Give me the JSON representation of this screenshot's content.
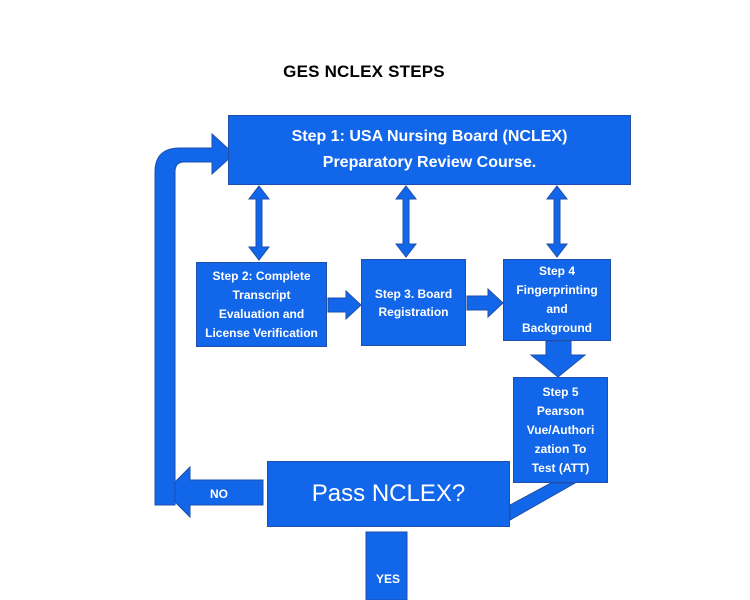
{
  "title": "GES NCLEX STEPS",
  "colors": {
    "accent": "#1266ea",
    "border": "#1f4fa8",
    "text_on_accent": "#ffffff"
  },
  "steps": [
    {
      "id": "step-1",
      "lines": [
        "Step 1:  USA Nursing Board (NCLEX)",
        "Preparatory Review Course."
      ]
    },
    {
      "id": "step-2",
      "lines": [
        "Step 2: Complete",
        "Transcript",
        "Evaluation and",
        "License Verification"
      ]
    },
    {
      "id": "step-3",
      "lines": [
        "Step 3. Board",
        "Registration"
      ]
    },
    {
      "id": "step-4",
      "lines": [
        "Step 4",
        "Fingerprinting",
        "and",
        "Background"
      ]
    },
    {
      "id": "step-5",
      "lines": [
        "Step 5",
        "Pearson",
        "Vue/Authori",
        "zation To",
        "Test (ATT)"
      ]
    }
  ],
  "decision": {
    "label": "Pass NCLEX?"
  },
  "branches": {
    "no_label": "NO",
    "yes_label": "YES"
  }
}
